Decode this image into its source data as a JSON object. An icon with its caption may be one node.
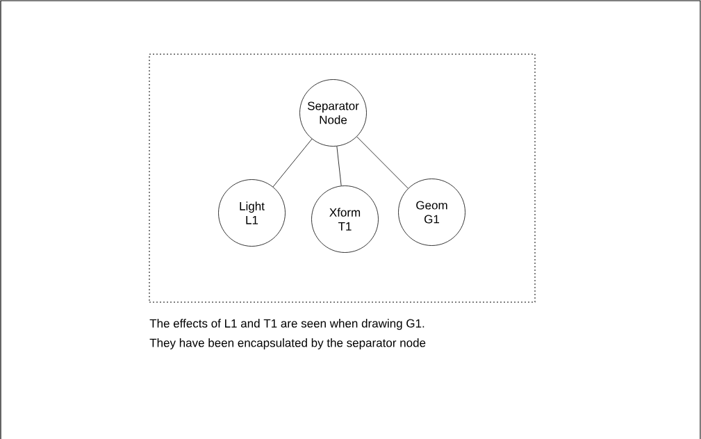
{
  "diagram": {
    "nodes": [
      {
        "text": [],
        "shape": "box"
      },
      {
        "text": [
          "Separator Node"
        ],
        "in": 0
      },
      {
        "text": [
          "Light L1"
        ],
        "in": 0
      },
      {
        "text": [
          "Xform T1"
        ],
        "in": 0
      },
      {
        "text": [
          "Geom G1"
        ],
        "in": 0
      }
    ],
    "edges": [
      {
        "from": 1,
        "to": 2,
        "arrow": "none"
      },
      {
        "from": 1,
        "to": 3,
        "arrow": "none"
      },
      {
        "from": 1,
        "to": 4,
        "arrow": "none"
      }
    ],
    "labels": [
      "The effects of L1 and T1 are seen when drawing G1.",
      "They have been encapsulated by the separator node"
    ]
  }
}
